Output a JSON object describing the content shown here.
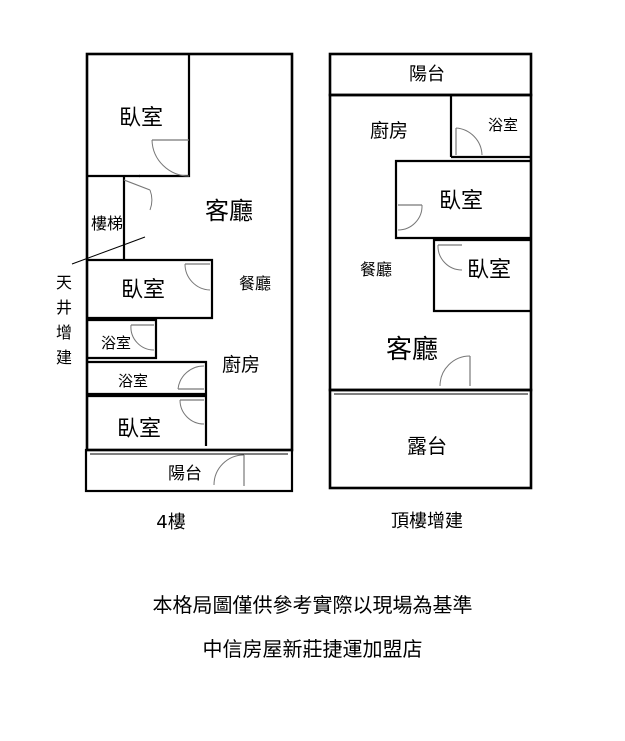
{
  "floors": {
    "left": {
      "caption": "4樓",
      "rooms": {
        "bedroom_top": "臥室",
        "living": "客廳",
        "stairs": "樓梯",
        "bedroom_mid": "臥室",
        "dining": "餐廳",
        "bath_1": "浴室",
        "kitchen": "廚房",
        "bath_2": "浴室",
        "bedroom_bottom": "臥室",
        "balcony": "陽台"
      },
      "annotation": "天井增建"
    },
    "right": {
      "caption": "頂樓增建",
      "rooms": {
        "balcony": "陽台",
        "kitchen": "廚房",
        "bath": "浴室",
        "bedroom_1": "臥室",
        "dining": "餐廳",
        "bedroom_2": "臥室",
        "living": "客廳",
        "terrace": "露台"
      }
    }
  },
  "footer": {
    "disclaimer": "本格局圖僅供參考實際以現場為基準",
    "agency": "中信房屋新莊捷運加盟店"
  }
}
